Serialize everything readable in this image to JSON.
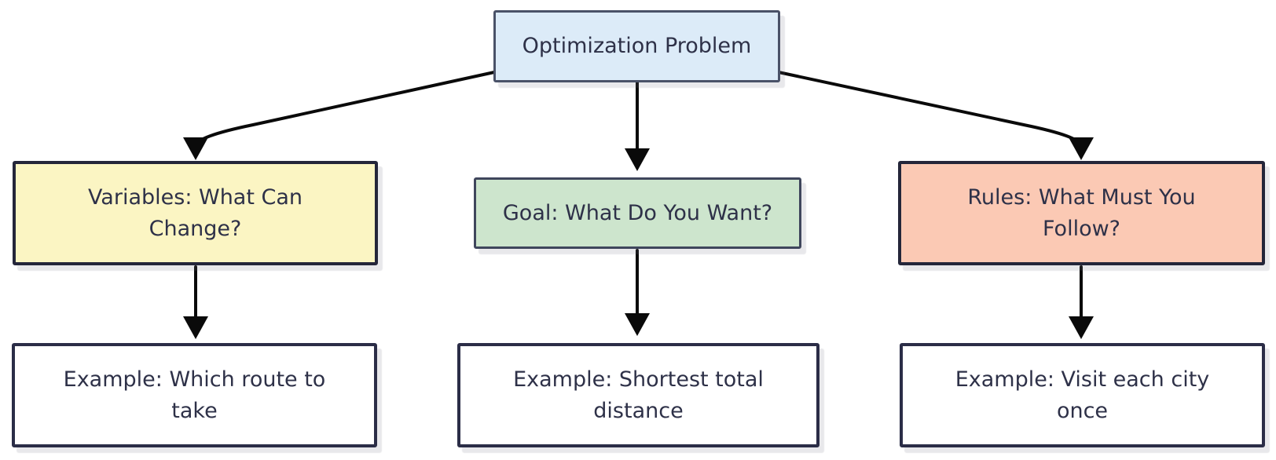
{
  "diagram": {
    "title": "Optimization Problem flowchart",
    "background": "#ffffff",
    "arrow_color": "#0a0a0a",
    "text_color": "#2e3148",
    "nodes": [
      {
        "id": "root",
        "label": "Optimization Problem",
        "fill": "#dcebf8",
        "border": "#4a5268"
      },
      {
        "id": "variables",
        "label": "Variables: What Can Change?",
        "fill": "#fbf5c3",
        "border": "#24263a"
      },
      {
        "id": "goal",
        "label": "Goal: What Do You Want?",
        "fill": "#cde5cd",
        "border": "#3f465c"
      },
      {
        "id": "rules",
        "label": "Rules: What Must You Follow?",
        "fill": "#fbc9b4",
        "border": "#24263a"
      },
      {
        "id": "example-variables",
        "label": "Example: Which route to take",
        "fill": "#ffffff",
        "border": "#2b2d47"
      },
      {
        "id": "example-goal",
        "label": "Example: Shortest total distance",
        "fill": "#ffffff",
        "border": "#2b2d47"
      },
      {
        "id": "example-rules",
        "label": "Example: Visit each city once",
        "fill": "#ffffff",
        "border": "#2b2d47"
      }
    ],
    "edges": [
      {
        "from": "root",
        "to": "variables"
      },
      {
        "from": "root",
        "to": "goal"
      },
      {
        "from": "root",
        "to": "rules"
      },
      {
        "from": "variables",
        "to": "example-variables"
      },
      {
        "from": "goal",
        "to": "example-goal"
      },
      {
        "from": "rules",
        "to": "example-rules"
      }
    ]
  }
}
